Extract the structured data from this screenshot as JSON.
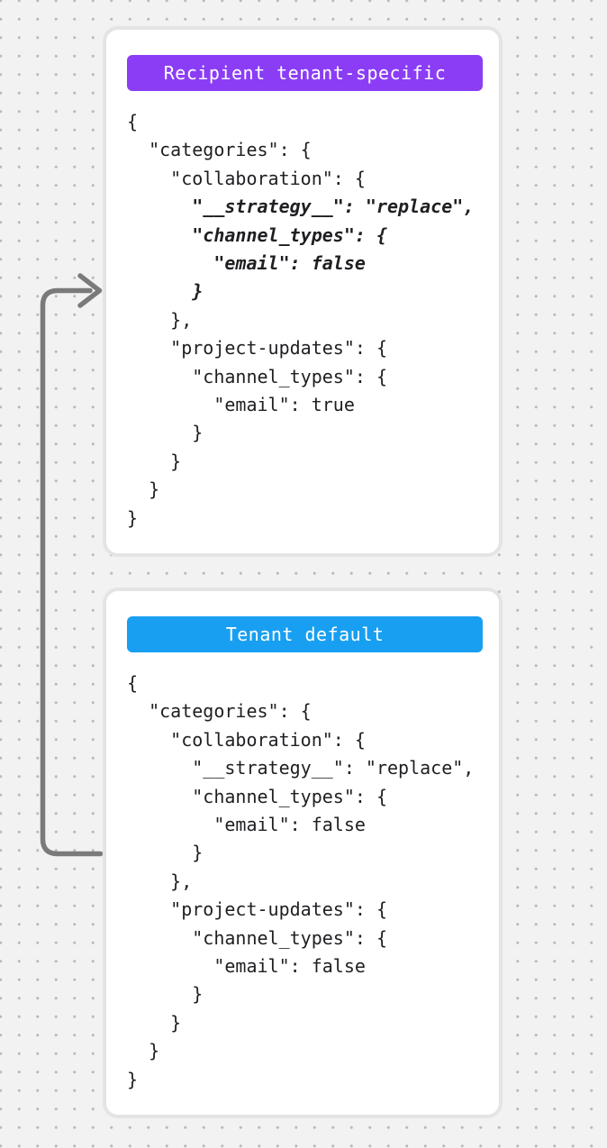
{
  "canvas": {
    "background_color": "#f2f2f3",
    "dot_color": "#bababa"
  },
  "arrow": {
    "meaning": "tenant-default-merges-into-recipient-tenant-specific",
    "color": "#7a7a7a"
  },
  "cards": [
    {
      "badge": {
        "label": "Recipient tenant-specific",
        "background": "#8b3df6",
        "text_color": "#ffffff"
      },
      "code_lines": [
        {
          "text": "{",
          "emphasis": false
        },
        {
          "text": "  \"categories\": {",
          "emphasis": false
        },
        {
          "text": "    \"collaboration\": {",
          "emphasis": false
        },
        {
          "text": "      \"__strategy__\": \"replace\",",
          "emphasis": true
        },
        {
          "text": "      \"channel_types\": {",
          "emphasis": true
        },
        {
          "text": "        \"email\": false",
          "emphasis": true
        },
        {
          "text": "      }",
          "emphasis": true
        },
        {
          "text": "    },",
          "emphasis": false
        },
        {
          "text": "    \"project-updates\": {",
          "emphasis": false
        },
        {
          "text": "      \"channel_types\": {",
          "emphasis": false
        },
        {
          "text": "        \"email\": true",
          "emphasis": false
        },
        {
          "text": "      }",
          "emphasis": false
        },
        {
          "text": "    }",
          "emphasis": false
        },
        {
          "text": "  }",
          "emphasis": false
        },
        {
          "text": "}",
          "emphasis": false
        }
      ]
    },
    {
      "badge": {
        "label": "Tenant default",
        "background": "#189ff2",
        "text_color": "#ffffff"
      },
      "code_lines": [
        {
          "text": "{",
          "emphasis": false
        },
        {
          "text": "  \"categories\": {",
          "emphasis": false
        },
        {
          "text": "    \"collaboration\": {",
          "emphasis": false
        },
        {
          "text": "      \"__strategy__\": \"replace\",",
          "emphasis": false
        },
        {
          "text": "      \"channel_types\": {",
          "emphasis": false
        },
        {
          "text": "        \"email\": false",
          "emphasis": false
        },
        {
          "text": "      }",
          "emphasis": false
        },
        {
          "text": "    },",
          "emphasis": false
        },
        {
          "text": "    \"project-updates\": {",
          "emphasis": false
        },
        {
          "text": "      \"channel_types\": {",
          "emphasis": false
        },
        {
          "text": "        \"email\": false",
          "emphasis": false
        },
        {
          "text": "      }",
          "emphasis": false
        },
        {
          "text": "    }",
          "emphasis": false
        },
        {
          "text": "  }",
          "emphasis": false
        },
        {
          "text": "}",
          "emphasis": false
        }
      ]
    }
  ]
}
